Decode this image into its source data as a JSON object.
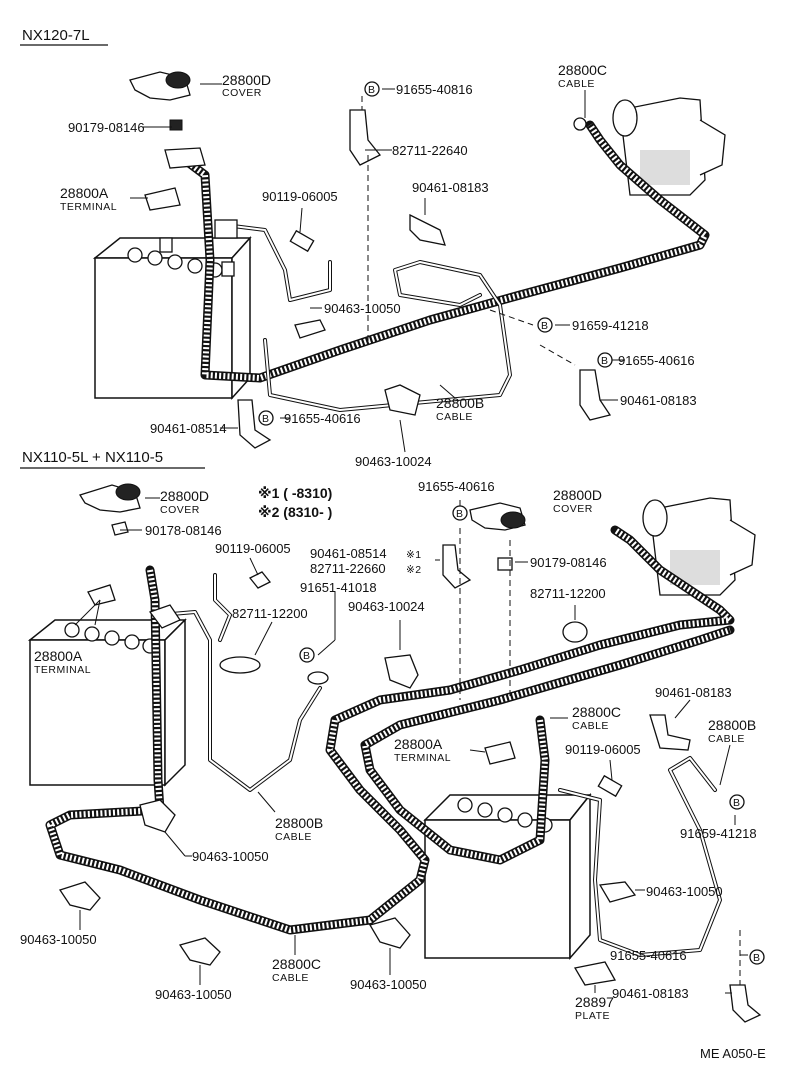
{
  "sections": {
    "top": {
      "title": "NX120-7L"
    },
    "bottom": {
      "title": "NX110-5L + NX110-5"
    }
  },
  "note": {
    "line1": "※1 (      -8310)",
    "line2": "※2 (8310-       )"
  },
  "bolt_marker": "B",
  "footer_code": "ME A050-E",
  "top_labels": {
    "cover_pn": "28800D",
    "cover_sub": "COVER",
    "p90179": "90179-08146",
    "terminal_pn": "28800A",
    "terminal_sub": "TERMINAL",
    "p91655a": "91655-40816",
    "p82711": "82711-22640",
    "cableC_pn": "28800C",
    "cableC_sub": "CABLE",
    "p90119": "90119-06005",
    "p90461a": "90461-08183",
    "p90463a": "90463-10050",
    "p91659": "91659-41218",
    "p91655b": "91655-40616",
    "p90461b": "90461-08183",
    "p90461c": "90461-08514",
    "p91655c": "91655-40616",
    "cableB_pn": "28800B",
    "cableB_sub": "CABLE",
    "p90463b": "90463-10024"
  },
  "bottom_labels": {
    "cover_pn": "28800D",
    "cover_sub": "COVER",
    "p90178": "90178-08146",
    "p90119a": "90119-06005",
    "p91651": "91651-41018",
    "p82711a": "82711-12200",
    "terminal_pn": "28800A",
    "terminal_sub": "TERMINAL",
    "p90463a": "90463-10024",
    "p91655a": "91655-40616",
    "cover2_pn": "28800D",
    "cover2_sub": "COVER",
    "p90461a": "90461-08514",
    "p82711b": "82711-22660",
    "p90179": "90179-08146",
    "p82711c": "82711-12200",
    "p90461b": "90461-08183",
    "cableC_pn": "28800C",
    "cableC_sub": "CABLE",
    "terminal2_pn": "28800A",
    "terminal2_sub": "TERMINAL",
    "p90119b": "90119-06005",
    "cableB2_pn": "28800B",
    "cableB2_sub": "CABLE",
    "p91659": "91659-41218",
    "cableB_pn": "28800B",
    "cableB_sub": "CABLE",
    "p90463b": "90463-10050",
    "p90463c": "90463-10050",
    "p90463d": "90463-10050",
    "p90463e": "90463-10050",
    "p90463f": "90463-10050",
    "cableC2_pn": "28800C",
    "cableC2_sub": "CABLE",
    "p91655b": "91655-40616",
    "plate_pn": "28897",
    "plate_sub": "PLATE",
    "p90461c": "90461-08183"
  }
}
